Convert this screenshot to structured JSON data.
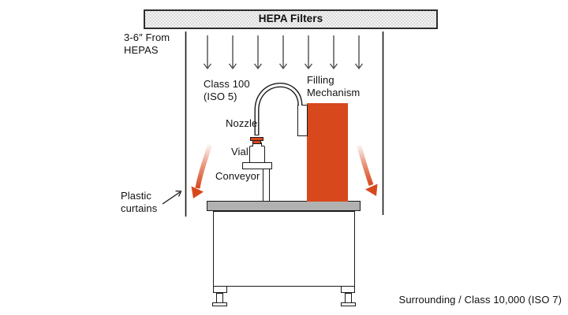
{
  "diagram_title": "Aseptic vial filling line cleanroom diagram",
  "hepa": {
    "label": "HEPA Filters"
  },
  "labels": {
    "hepa_distance": "3-6″ From\nHEPAS",
    "class_zone": "Class 100\n(ISO 5)",
    "filling_mechanism": "Filling\nMechanism",
    "nozzle": "Nozzle",
    "vial": "Vial",
    "conveyor": "Conveyor",
    "plastic_curtains": "Plastic\ncurtains",
    "surrounding": "Surrounding / Class 10,000 (ISO 7)"
  },
  "icons": {
    "airflow": "seven downward airflow arrows from HEPA filters",
    "recirculation": "orange fading curved arrows showing air exiting at both sides"
  },
  "colors": {
    "accent": "#d8481d",
    "table_gray": "#b1b1b1",
    "hepa_fill": "#ececec",
    "line": "#1a1a1a",
    "airflow": "#4d4d4d"
  }
}
